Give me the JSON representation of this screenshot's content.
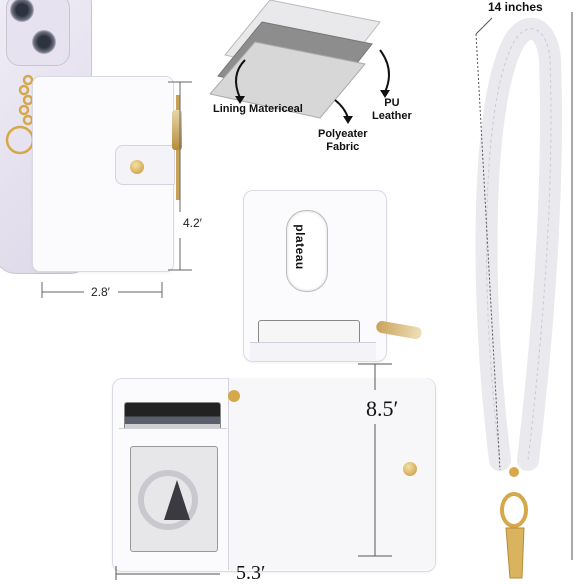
{
  "materials": {
    "lining": "Lining Matericeal",
    "pu": "PU\nLeather",
    "fabric": "Polyeater\nFabric"
  },
  "dimensions": {
    "wallet_height": "4.2′",
    "wallet_width": "2.8′",
    "open_height": "8.5′",
    "open_width": "5.3′",
    "strap_length": "14 inches"
  },
  "brand": {
    "logo": "plateau"
  },
  "colors": {
    "leather": "#fbfbfd",
    "phone": "#e9e6f2",
    "gold": "#d6a84a",
    "fabric": "#8d8d8d",
    "lining": "#d7d7d7"
  }
}
